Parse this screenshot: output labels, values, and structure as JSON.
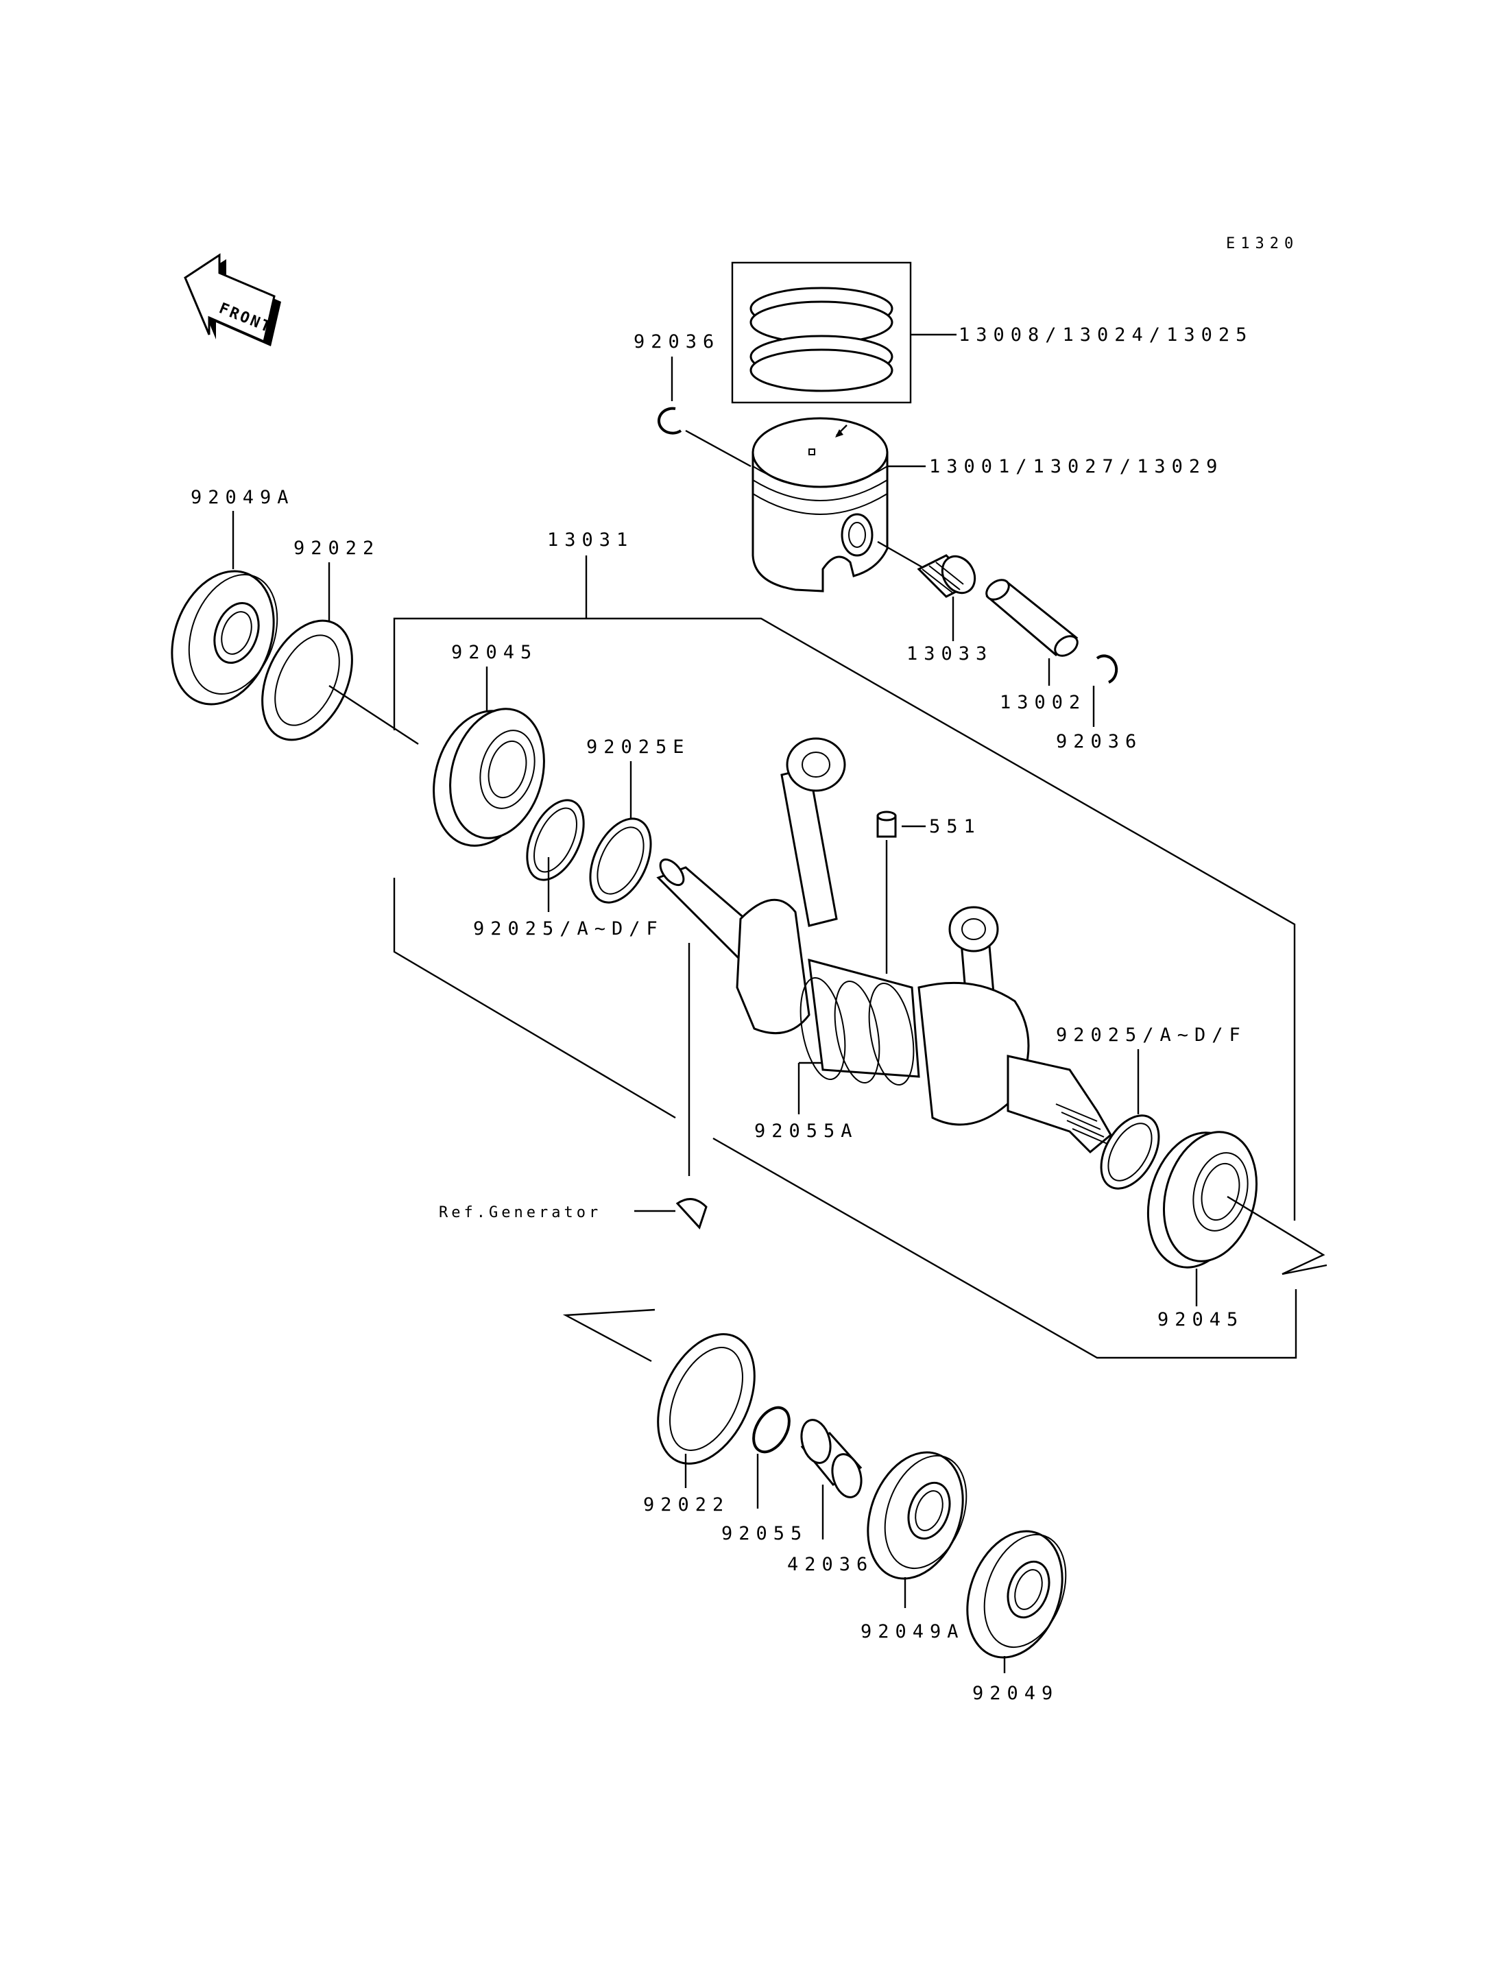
{
  "diagram_code": "E1320",
  "front_label": "FRONT",
  "callouts": {
    "rings": "13008/13024/13025",
    "piston": "13001/13027/13029",
    "circlip_top": "92036",
    "circlip_right": "92036",
    "needle_bearing": "13033",
    "piston_pin": "13002",
    "crankshaft_assy": "13031",
    "seal_left": "92049A",
    "collar_left": "92022",
    "bearing_left": "92045",
    "shim_e": "92025E",
    "shims_left": "92025/A~D/F",
    "pin_551": "551",
    "ring_92055a": "92055A",
    "ref_generator": "Ref.Generator",
    "shims_right": "92025/A~D/F",
    "bearing_right": "92045",
    "collar_bottom": "92022",
    "oring_bottom": "92055",
    "bushing_bottom": "42036",
    "seal_bottom_a": "92049A",
    "seal_bottom": "92049"
  }
}
